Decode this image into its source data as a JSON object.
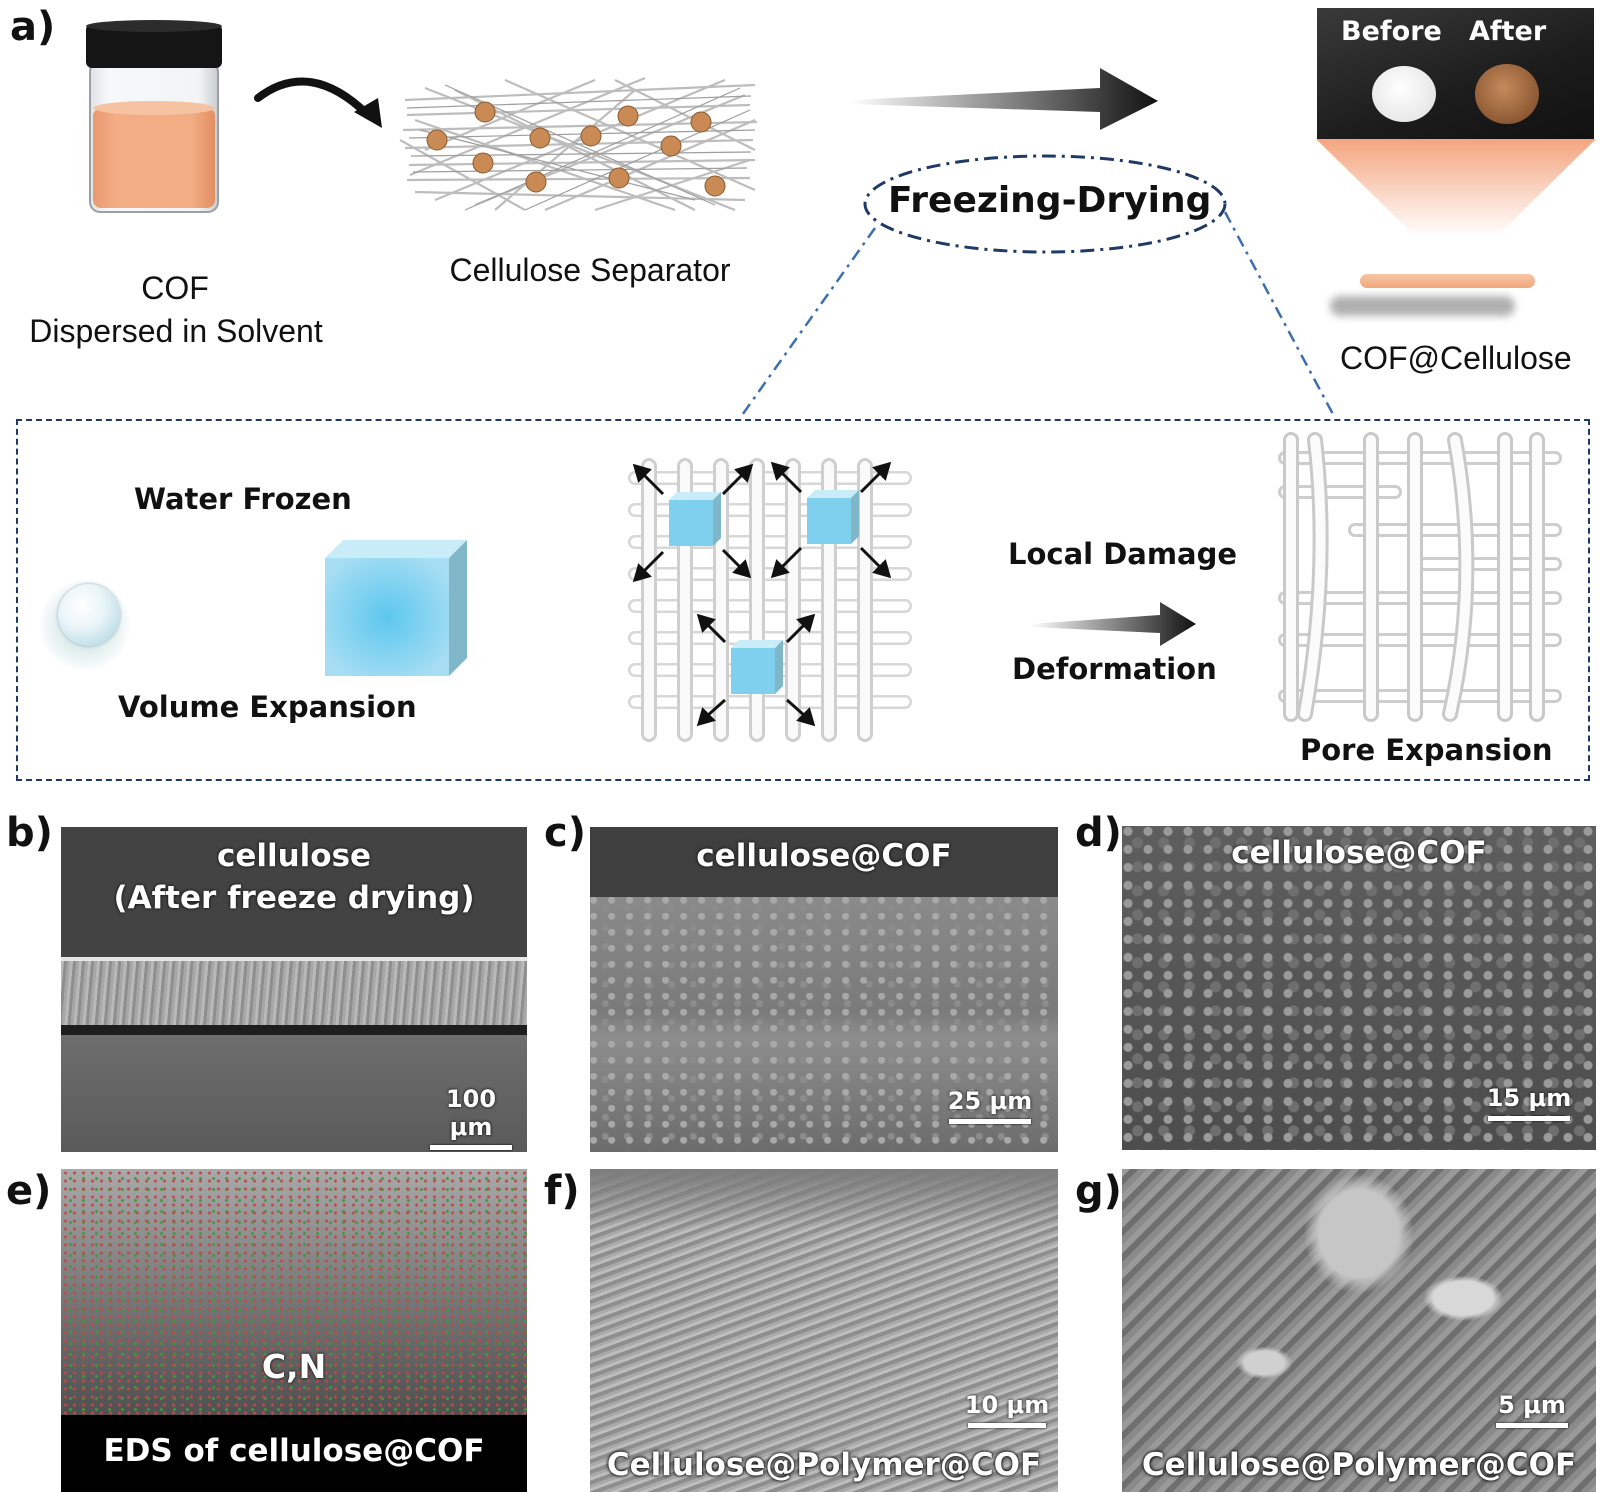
{
  "panel_a": {
    "letter": "a)",
    "cof_caption_line1": "COF",
    "cof_caption_line2": "Dispersed in Solvent",
    "cellulose_caption": "Cellulose Separator",
    "process_label": "Freezing-Drying",
    "photo_before": "Before",
    "photo_after": "After",
    "product_caption": "COF@Cellulose",
    "water_frozen": "Water Frozen",
    "volume_expansion": "Volume Expansion",
    "local_damage": "Local Damage",
    "deformation": "Deformation",
    "pore_expansion": "Pore Expansion",
    "colors": {
      "cof_orange": "#f0a77e",
      "particle": "#c98a55",
      "ice": "#8fd4ec",
      "dash_blue": "#1f3a66"
    }
  },
  "sem_panels": [
    {
      "letter": "b)",
      "title_line1": "cellulose",
      "title_line2": "(After freeze drying)",
      "scale": "100 μm"
    },
    {
      "letter": "c)",
      "title_line1": "cellulose@COF",
      "scale": "25 μm"
    },
    {
      "letter": "d)",
      "title_line1": "cellulose@COF",
      "scale": "15 μm"
    },
    {
      "letter": "e)",
      "elements": "C,N",
      "caption": "EDS of cellulose@COF"
    },
    {
      "letter": "f)",
      "caption": "Cellulose@Polymer@COF",
      "scale": "10 μm"
    },
    {
      "letter": "g)",
      "caption": "Cellulose@Polymer@COF",
      "scale": "5 μm"
    }
  ]
}
